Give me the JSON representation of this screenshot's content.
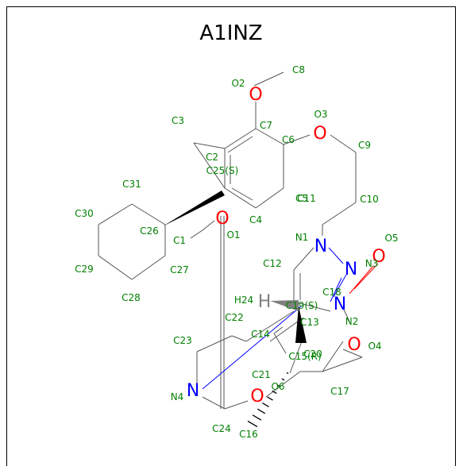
{
  "title": "A1INZ",
  "colors": {
    "bond": "#000000",
    "carbon_label": "#008000",
    "oxygen": "#ff0000",
    "nitrogen": "#0000ff",
    "hydrogen": "#808080"
  },
  "atoms": {
    "O1": "O1",
    "O2": "O2",
    "O3": "O3",
    "O4": "O4",
    "O5": "O5",
    "O6": "O6",
    "N1": "N1",
    "N2": "N2",
    "N3": "N3",
    "N4": "N4",
    "C1": "C1",
    "C2": "C2",
    "C3": "C3",
    "C4": "C4",
    "C5": "C5",
    "C6": "C6",
    "C7": "C7",
    "C8": "C8",
    "C9": "C9",
    "C10": "C10",
    "C11": "C11",
    "C12": "C12",
    "C13": "C13",
    "C14": "C14",
    "C15": "C15(R)",
    "C16": "C16",
    "C17": "C17",
    "C18": "C18",
    "C19": "C19(S)",
    "C20": "C20",
    "C21": "C21",
    "C22": "C22",
    "C23": "C23",
    "C24": "C24",
    "C25": "C25(S)",
    "C26": "C26",
    "C27": "C27",
    "C28": "C28",
    "C29": "C29",
    "C30": "C30",
    "C31": "C31",
    "H24": "H24"
  },
  "glyphs": {
    "O": "O",
    "N": "N",
    "H": "H"
  }
}
